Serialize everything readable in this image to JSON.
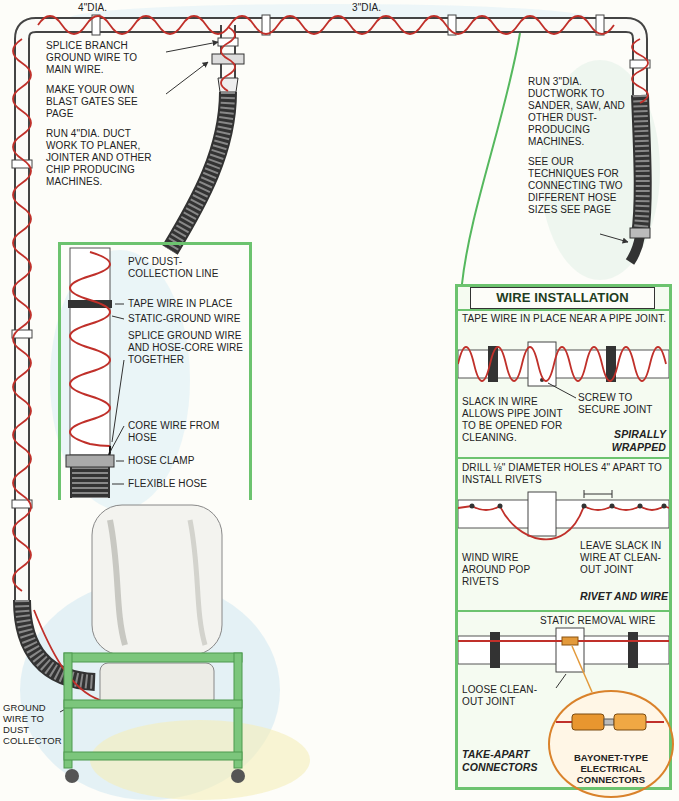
{
  "diagram": {
    "nodes": [
      {
        "text": [
          "PVC DUST-COLLECTION LINE",
          "TAPE WIRE IN PLACE",
          "STATIC-GROUND WIRE",
          "SPLICE GROUND WIRE AND HOSE-CORE WIRE TOGETHER",
          "CORE WIRE FROM HOSE",
          "HOSE CLAMP",
          "FLEXIBLE HOSE"
        ]
      },
      {
        "text": [
          "WIRE INSTALLATION"
        ]
      },
      {
        "text": [
          "TAPE WIRE IN PLACE NEAR A PIPE JOINT.",
          "SLACK IN WIRE ALLOWS PIPE JOINT TO BE OPENED FOR CLEANING.",
          "SCREW TO SECURE JOINT",
          "SPIRALLY WRAPPED"
        ],
        "in": 1
      },
      {
        "text": [
          "DRILL ⅛\" DIAMETER HOLES 4\" APART TO INSTALL RIVETS",
          "WIND WIRE AROUND POP RIVETS",
          "LEAVE SLACK IN WIRE AT CLEAN-OUT JOINT",
          "RIVET AND WIRE"
        ],
        "in": 1
      },
      {
        "text": [
          "STATIC REMOVAL WIRE",
          "LOOSE CLEAN-OUT JOINT",
          "TAKE-APART CONNECTORS"
        ],
        "in": 1
      },
      {
        "text": [
          "BAYONET-TYPE ELECTRICAL CONNECTORS"
        ]
      }
    ],
    "labels": [
      "4\"DIA.",
      "3\"DIA.",
      "SPLICE BRANCH GROUND WIRE TO MAIN WIRE.",
      "MAKE YOUR OWN BLAST GATES SEE PAGE",
      "RUN 4\"DIA. DUCT WORK TO PLANER, JOINTER AND OTHER CHIP PRODUCING MACHINES.",
      "RUN 3\"DIA. DUCTWORK TO SANDER, SAW, AND OTHER DUST-PRODUCING MACHINES.",
      "SEE OUR TECHNIQUES FOR CONNECTING TWO DIFFERENT HOSE SIZES SEE PAGE",
      "GROUND WIRE TO DUST COLLECTOR"
    ]
  }
}
